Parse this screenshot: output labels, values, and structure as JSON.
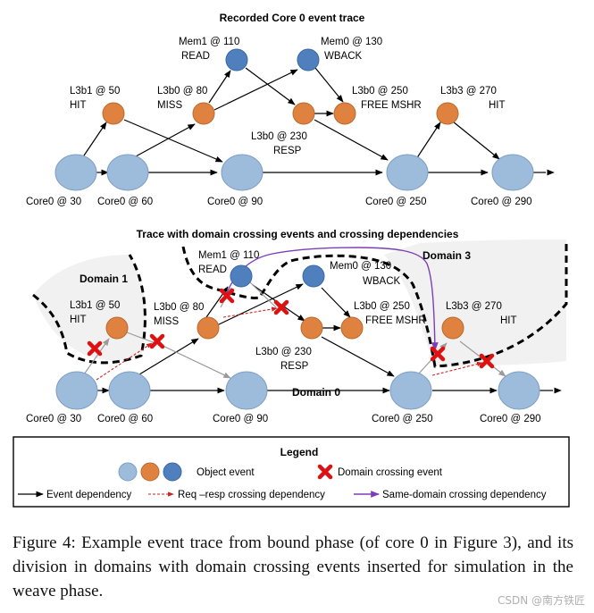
{
  "top": {
    "title": "Recorded Core 0 event trace",
    "labels": {
      "mem1_110": "Mem1 @ 110",
      "read": "READ",
      "mem0_130": "Mem0 @ 130",
      "wback": "WBACK",
      "l3b1_50": "L3b1 @ 50",
      "hit1": "HIT",
      "l3b0_80": "L3b0 @ 80",
      "miss": "MISS",
      "l3b0_250": "L3b0 @ 250",
      "free_mshr": "FREE MSHR",
      "l3b3_270": "L3b3 @ 270",
      "hit2": "HIT",
      "l3b0_230": "L3b0 @ 230",
      "resp": "RESP",
      "core0_30": "Core0 @ 30",
      "core0_60": "Core0 @ 60",
      "core0_90": "Core0 @ 90",
      "core0_250": "Core0 @ 250",
      "core0_290": "Core0 @ 290"
    }
  },
  "bottom": {
    "title": "Trace with domain crossing events and crossing dependencies",
    "domains": {
      "d0": "Domain 0",
      "d1": "Domain 1",
      "d3": "Domain 3"
    }
  },
  "legend": {
    "title": "Legend",
    "object_event": "Object event",
    "domain_crossing_event": "Domain crossing event",
    "event_dependency": "Event dependency",
    "req_resp": "Req –resp crossing dependency",
    "same_domain": "Same-domain crossing dependency"
  },
  "caption": "Figure 4: Example event trace from bound phase (of core 0 in Figure 3), and its division in domains with domain crossing events inserted for simulation in the weave phase.",
  "watermark": "CSDN @南方铁匠",
  "colors": {
    "core_node": "#9dbbdb",
    "cache_node": "#e0823f",
    "mem_node": "#4f7fbd",
    "crossing_marker": "#dd1111",
    "req_resp_line": "#cc2222",
    "same_domain_line": "#7b3fb5"
  }
}
